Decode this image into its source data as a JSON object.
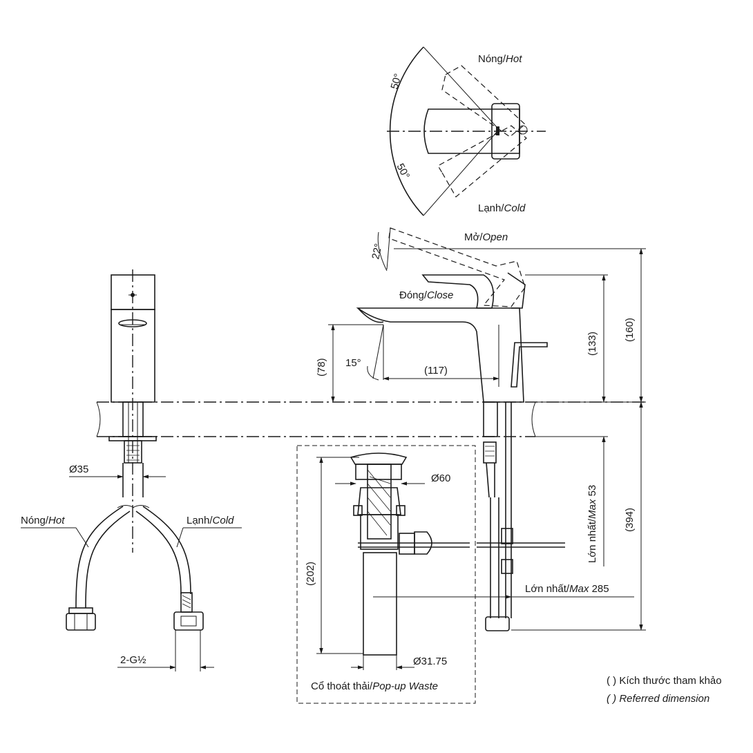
{
  "labels": {
    "hot_top_vi": "Nóng/",
    "hot_top_en": "Hot",
    "cold_top_vi": "Lạnh/",
    "cold_top_en": "Cold",
    "angle_hot": "50°",
    "angle_cold": "50°",
    "open_vi": "Mở/",
    "open_en": "Open",
    "close_vi": "Đóng/",
    "close_en": "Close",
    "angle_lever": "22°",
    "angle_spout": "15°",
    "dim_78": "(78)",
    "dim_117": "(117)",
    "dim_133": "(133)",
    "dim_160": "(160)",
    "dim_394": "(394)",
    "dim_35": "Ø35",
    "dim_60": "Ø60",
    "dim_202": "(202)",
    "dim_3175": "Ø31.75",
    "hose_hot_vi": "Nóng/",
    "hose_hot_en": "Hot",
    "hose_cold_vi": "Lạnh/",
    "hose_cold_en": "Cold",
    "thread": "2-G½",
    "max53_vi": "Lớn nhất/",
    "max53_en": "Max",
    "max53_val": " 53",
    "max285_vi": "Lớn nhất/",
    "max285_en": "Max",
    "max285_val": " 285",
    "popup_vi": "Cổ thoát thải/",
    "popup_en": "Pop-up Waste",
    "legend_vi": "( ) Kích thước tham khảo",
    "legend_en": "( ) Referred dimension"
  }
}
